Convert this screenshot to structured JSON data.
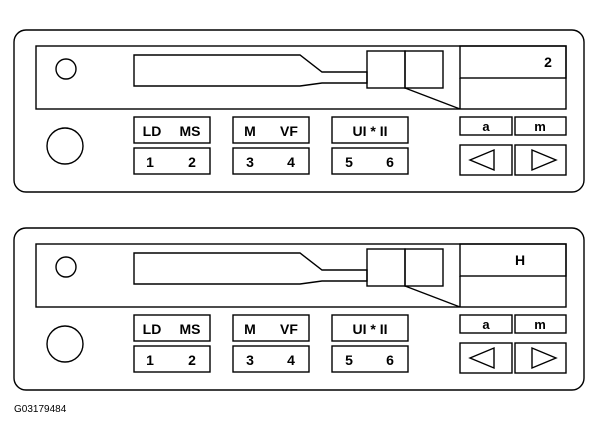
{
  "units": [
    {
      "display_value": "2",
      "preset_buttons": [
        {
          "top": "LD",
          "bottom": "1",
          "top_right": "MS",
          "bottom_right": "2"
        },
        {
          "top": "M",
          "bottom": "3",
          "top_right": "VF",
          "bottom_right": "4"
        },
        {
          "top": "UI * II",
          "bottom": "5",
          "bottom_right": "6"
        }
      ],
      "band_buttons": [
        "a",
        "m"
      ]
    },
    {
      "display_value": "H",
      "preset_buttons": [
        {
          "top": "LD",
          "bottom": "1",
          "top_right": "MS",
          "bottom_right": "2"
        },
        {
          "top": "M",
          "bottom": "3",
          "top_right": "VF",
          "bottom_right": "4"
        },
        {
          "top": "UI * II",
          "bottom": "5",
          "bottom_right": "6"
        }
      ],
      "band_buttons": [
        "a",
        "m"
      ]
    }
  ],
  "figure_id": "G03179484",
  "icons": {
    "seek_left": "triangle-left-icon",
    "seek_right": "triangle-right-icon"
  }
}
